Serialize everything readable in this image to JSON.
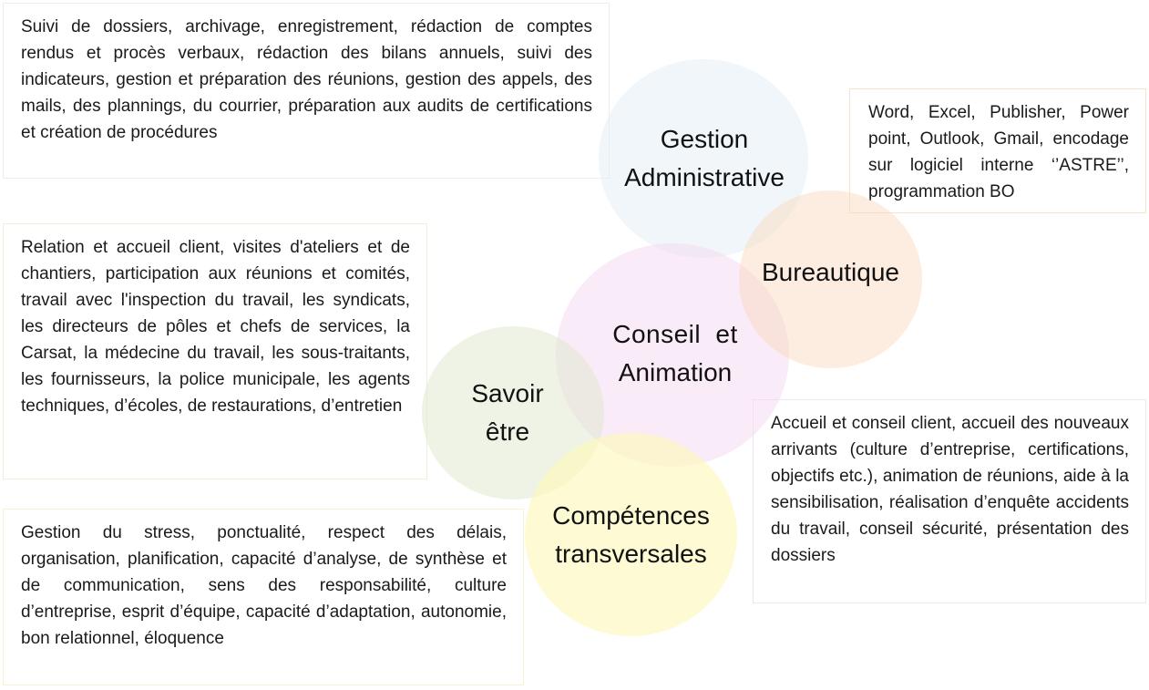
{
  "circles": {
    "administrative": {
      "line1": "Gestion",
      "line2": "Administrative"
    },
    "bureautique": {
      "line1": "Bureautique"
    },
    "conseil": {
      "line1": "Conseil et",
      "line2": "Animation"
    },
    "savoir": {
      "line1": "Savoir",
      "line2": "être"
    },
    "competences": {
      "line1": "Compétences",
      "line2": "transversales"
    }
  },
  "boxes": {
    "administrative": "Suivi de dossiers, archivage, enregistrement, rédaction de comptes rendus et procès verbaux, rédaction des bilans annuels, suivi des indicateurs, gestion et préparation des réunions, gestion des appels, des mails, des plannings, du courrier, préparation aux audits de certifications et création de procédures",
    "bureautique": "Word, Excel, Publisher, Power point, Outlook, Gmail, encodage sur logiciel interne ‘’ASTRE’’, programmation BO",
    "savoir": "Relation et accueil client, visites d'ateliers et de chantiers, participation aux réunions et comités, travail avec l'inspection du travail, les syndicats, les directeurs de pôles et chefs de services, la Carsat, la médecine du travail, les sous-traitants, les fournisseurs, la police municipale, les agents techniques, d’écoles, de restaurations, d’entretien",
    "conseil": "Accueil et conseil client, accueil des nouveaux arrivants (culture d’entreprise, certifications, objectifs etc.), animation de réunions, aide à la sensibilisation, réalisation d’enquête accidents du travail, conseil sécurité, présentation des dossiers",
    "competences": "Gestion du stress, ponctualité, respect des délais, organisation, planification, capacité d’analyse, de synthèse et de communication, sens des responsabilité, culture d’entreprise, esprit d’équipe, capacité d’adaptation, autonomie, bon relationnel, éloquence"
  },
  "colors": {
    "administrative": "#e3eef4",
    "bureautique": "#fbd6ba",
    "conseil": "#f4d8f2",
    "savoir": "#dfe8cc",
    "competences": "#fdf9ba"
  }
}
